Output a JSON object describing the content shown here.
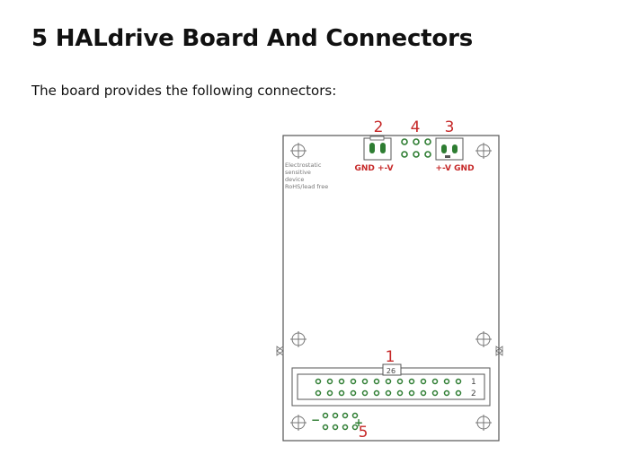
{
  "page": {
    "title": "5 HALdrive Board And Connectors",
    "intro": "The board provides the following connectors:"
  },
  "figure": {
    "callouts": {
      "c1": "1",
      "c2": "2",
      "c3": "3",
      "c4": "4",
      "c5": "5"
    },
    "labels": {
      "left_power": "GND +-V",
      "right_power": "+-V  GND",
      "warn1": "Electrostatic",
      "warn2": "sensitive",
      "warn3": "device",
      "warn4": "RoHS/lead free",
      "pin26": "26",
      "pin1": "1",
      "pin2": "2",
      "minus": "−",
      "plus": "+"
    },
    "colors": {
      "accent": "#c62828",
      "pad": "#2e7d32",
      "outline": "#555555"
    }
  }
}
